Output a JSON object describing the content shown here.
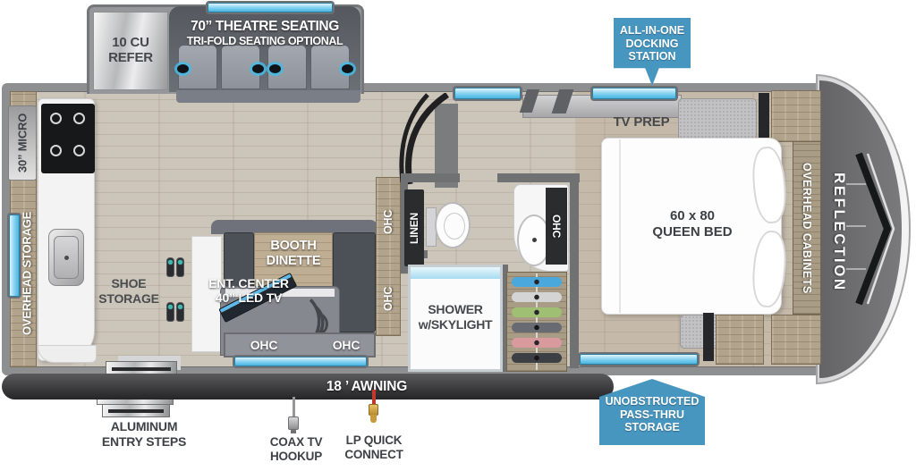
{
  "colors": {
    "badge_blue": "#4796c0",
    "window_blue": "#7fd0ee",
    "wall_gray": "#8e8f91",
    "floor_tan": "#ccc5b9",
    "accent_teal": "#3fb8b0"
  },
  "badges": {
    "docking": "ALL-IN-ONE\nDOCKING\nSTATION",
    "passthru": "UNOBSTRUCTED\nPASS-THRU\nSTORAGE"
  },
  "labels": {
    "refer": "10 CU\nREFER",
    "theatre_title": "70” THEATRE SEATING",
    "theatre_sub": "TRI-FOLD SEATING OPTIONAL",
    "micro": "30” MICRO",
    "overhead_storage": "OVERHEAD STORAGE",
    "shoe_storage": "SHOE\nSTORAGE",
    "ent_center": "ENT. CENTER\n40” LED TV",
    "booth_dinette": "BOOTH\nDINETTE",
    "ohc": "OHC",
    "linen": "LINEN",
    "shower": "SHOWER\nw/SKYLIGHT",
    "tv_prep": "TV PREP",
    "queen_bed": "60 x 80\nQUEEN BED",
    "overhead_cabinets": "OVERHEAD CABINETS",
    "brand": "REFLECTION",
    "awning": "18 ’ AWNING",
    "entry_steps": "ALUMINUM\nENTRY STEPS",
    "coax": "COAX TV\nHOOKUP",
    "lp_connect": "LP QUICK\nCONNECT"
  },
  "icons": {
    "shoes": "shoe-icon",
    "toilet": "toilet-icon",
    "sink": "sink-icon",
    "stove": "stove-icon",
    "tv": "tv-icon",
    "waves": "sound-waves-icon",
    "hangers": "clothes-hanger-icon",
    "door": "door-swing-icon",
    "chevron": "front-cap-chevron-icon",
    "coax": "coax-connector-icon",
    "lp": "lp-connector-icon"
  }
}
